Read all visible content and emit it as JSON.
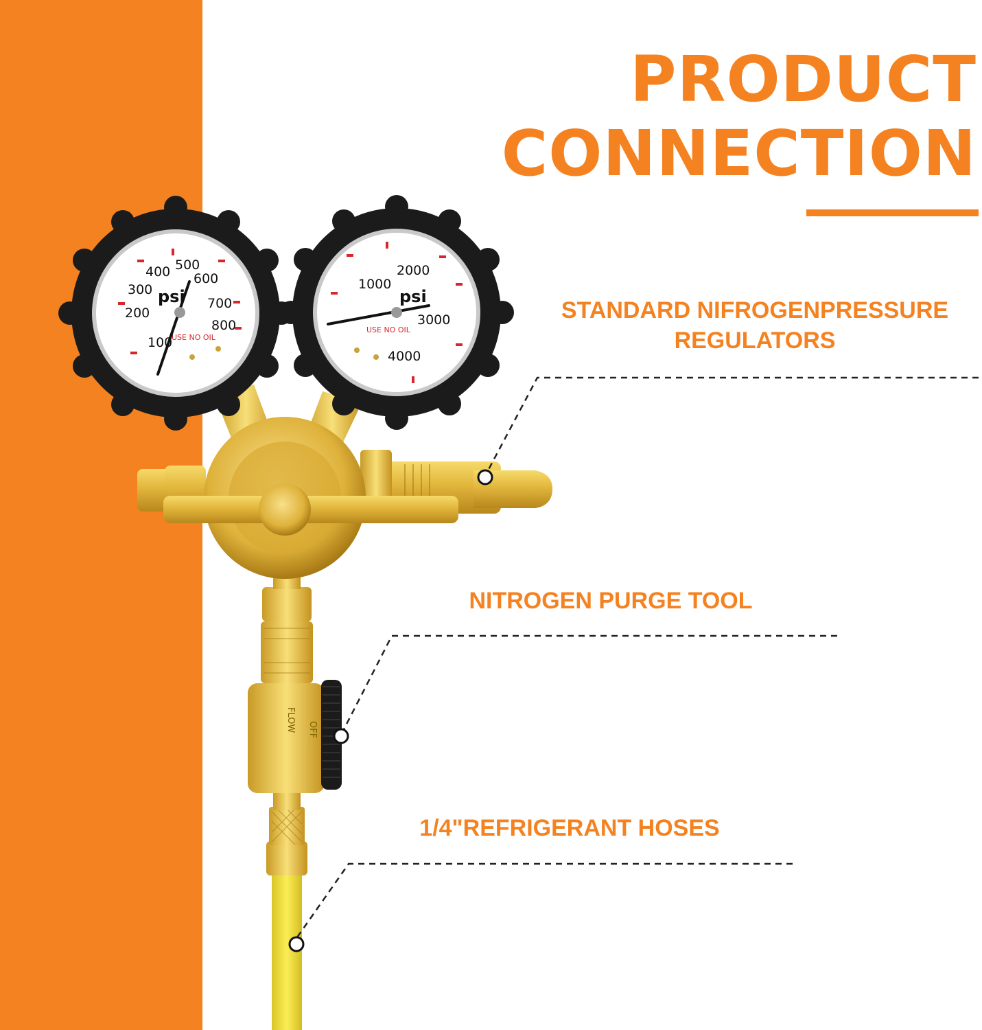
{
  "heading": {
    "line1": "PRODUCT",
    "line2": "CONNECTION"
  },
  "callouts": {
    "regulators": {
      "line1": "STANDARD NIFROGENPRESSURE",
      "line2": "REGULATORS"
    },
    "purge_tool": "NITROGEN PURGE TOOL",
    "hoses": "1/4\"REFRIGERANT HOSES"
  },
  "gauges": {
    "low": {
      "unit": "psi",
      "warning": "USE NO OIL",
      "scale": [
        "100",
        "200",
        "300",
        "400",
        "500",
        "600",
        "700",
        "800"
      ]
    },
    "high": {
      "unit": "psi",
      "warning": "USE NO OIL",
      "scale": [
        "1000",
        "2000",
        "3000",
        "4000"
      ]
    }
  },
  "valve": {
    "flow": "FLOW",
    "off": "OFF"
  },
  "colors": {
    "accent": "#f58220",
    "brass": "#e0b53a",
    "hose": "#f4e03a",
    "rubber": "#1b1b1b"
  }
}
